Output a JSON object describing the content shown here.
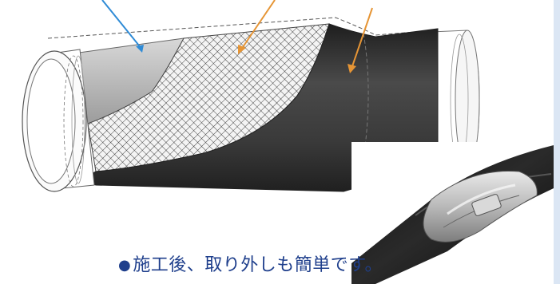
{
  "caption": {
    "bullet": "●",
    "text": "施工後、取り外しも簡単です。"
  },
  "colors": {
    "caption_text": "#1f3f8c",
    "leader_blue": "#2f8bd6",
    "leader_orange": "#e69535",
    "outer_sleeve": "#3d3d3d",
    "mesh_layer": "#f2f2f2",
    "inner_layer": "#bdbdbd",
    "edge_strip": "#dbe6f4"
  },
  "icons": [
    "blue-leader-arrow",
    "orange-leader-arrow",
    "orange-leader-arrow"
  ]
}
